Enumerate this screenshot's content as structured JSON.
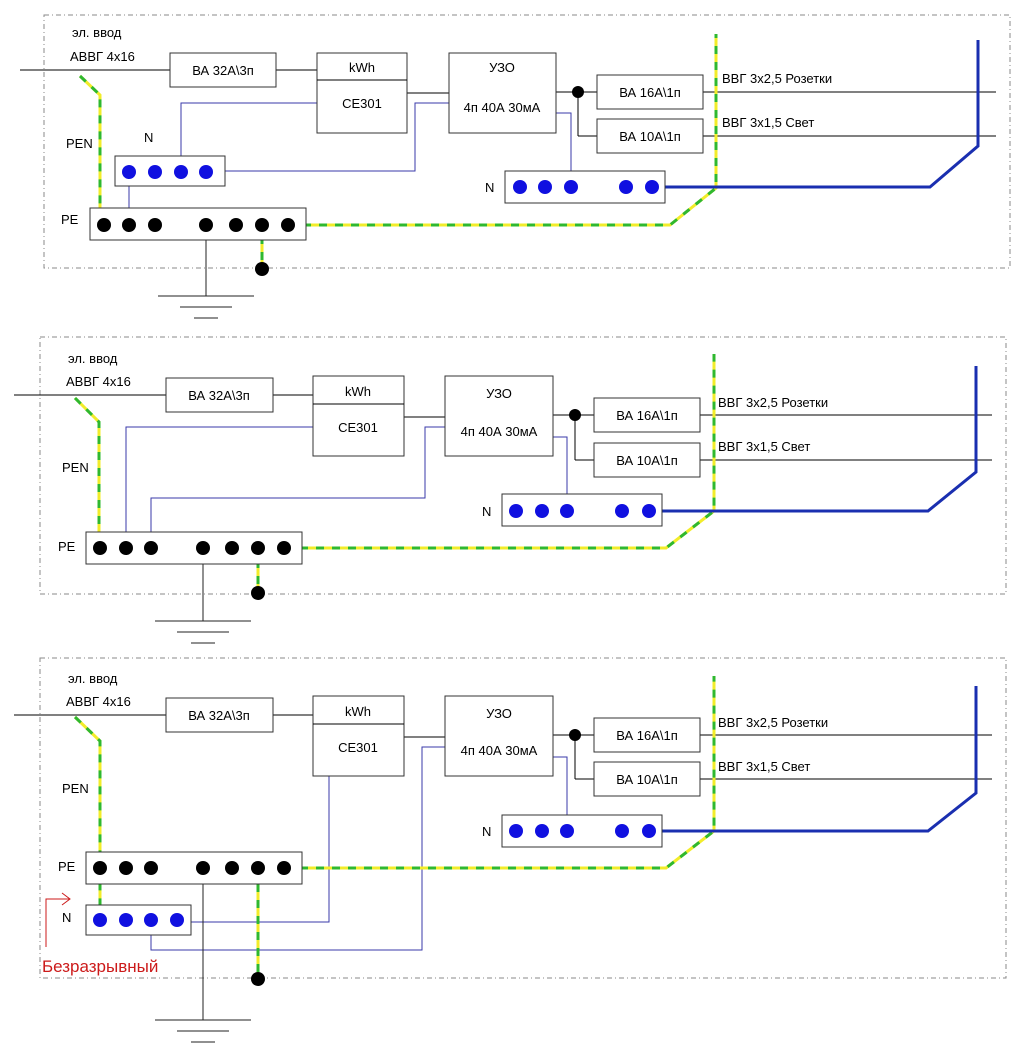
{
  "colors": {
    "frame": "#8a8a8a",
    "pe_yellow": "#f2ec2a",
    "pe_green": "#2fb82f",
    "neutral_blue": "#1a2fb0",
    "terminal_blue": "#1010e0",
    "terminal_black": "#000000",
    "note_red": "#cc1a1a"
  },
  "icons": [
    "ground-symbol-icon",
    "arrow-icon"
  ],
  "schemes": [
    {
      "input_title": "эл. ввод",
      "input_cable": "АВВГ 4х16",
      "main_breaker": "ВА 32А\\3п",
      "meter_unit": "kWh",
      "meter_model": "СЕ301",
      "rcd_title": "УЗО",
      "rcd_rating": "4п 40А 30мА",
      "breaker_1": "ВА 16А\\1п",
      "breaker_2": "ВА 10А\\1п",
      "line_1": "ВВГ 3х2,5 Розетки",
      "line_2": "ВВГ 3х1,5 Свет",
      "pen_label": "PEN",
      "pe_label": "PE",
      "n_label": "N",
      "n_bus_label": "N"
    },
    {
      "input_title": "эл. ввод",
      "input_cable": "АВВГ 4х16",
      "main_breaker": "ВА 32А\\3п",
      "meter_unit": "kWh",
      "meter_model": "СЕ301",
      "rcd_title": "УЗО",
      "rcd_rating": "4п 40А 30мА",
      "breaker_1": "ВА 16А\\1п",
      "breaker_2": "ВА 10А\\1п",
      "line_1": "ВВГ 3х2,5 Розетки",
      "line_2": "ВВГ 3х1,5 Свет",
      "pen_label": "PEN",
      "pe_label": "PE",
      "n_label": "N"
    },
    {
      "input_title": "эл. ввод",
      "input_cable": "АВВГ 4х16",
      "main_breaker": "ВА 32А\\3п",
      "meter_unit": "kWh",
      "meter_model": "СЕ301",
      "rcd_title": "УЗО",
      "rcd_rating": "4п 40А 30мА",
      "breaker_1": "ВА 16А\\1п",
      "breaker_2": "ВА 10А\\1п",
      "line_1": "ВВГ 3х2,5 Розетки",
      "line_2": "ВВГ 3х1,5 Свет",
      "pen_label": "PEN",
      "pe_label": "PE",
      "n_label": "N",
      "n_bus_label": "N",
      "note": "Безразрывный"
    }
  ]
}
